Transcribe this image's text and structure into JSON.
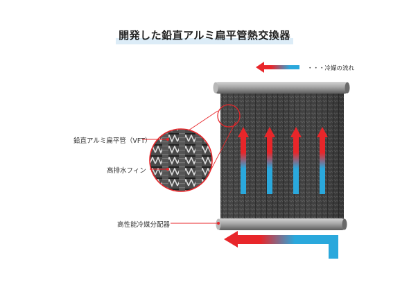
{
  "title": "開発した鉛直アルミ扁平管熱交換器",
  "legend": {
    "label": "・・・冷媒の流れ"
  },
  "labels": {
    "tube": "鉛直アルミ扁平管（VFT）",
    "fin": "高排水フィン",
    "distributor": "高性能冷媒分配器"
  },
  "colors": {
    "hot": "#e8262a",
    "cold": "#2aa8dc",
    "leader": "#e8262a",
    "title_highlight": "#dcecf7",
    "frame": "#8a8a8a",
    "core": "#3a3a3a"
  }
}
